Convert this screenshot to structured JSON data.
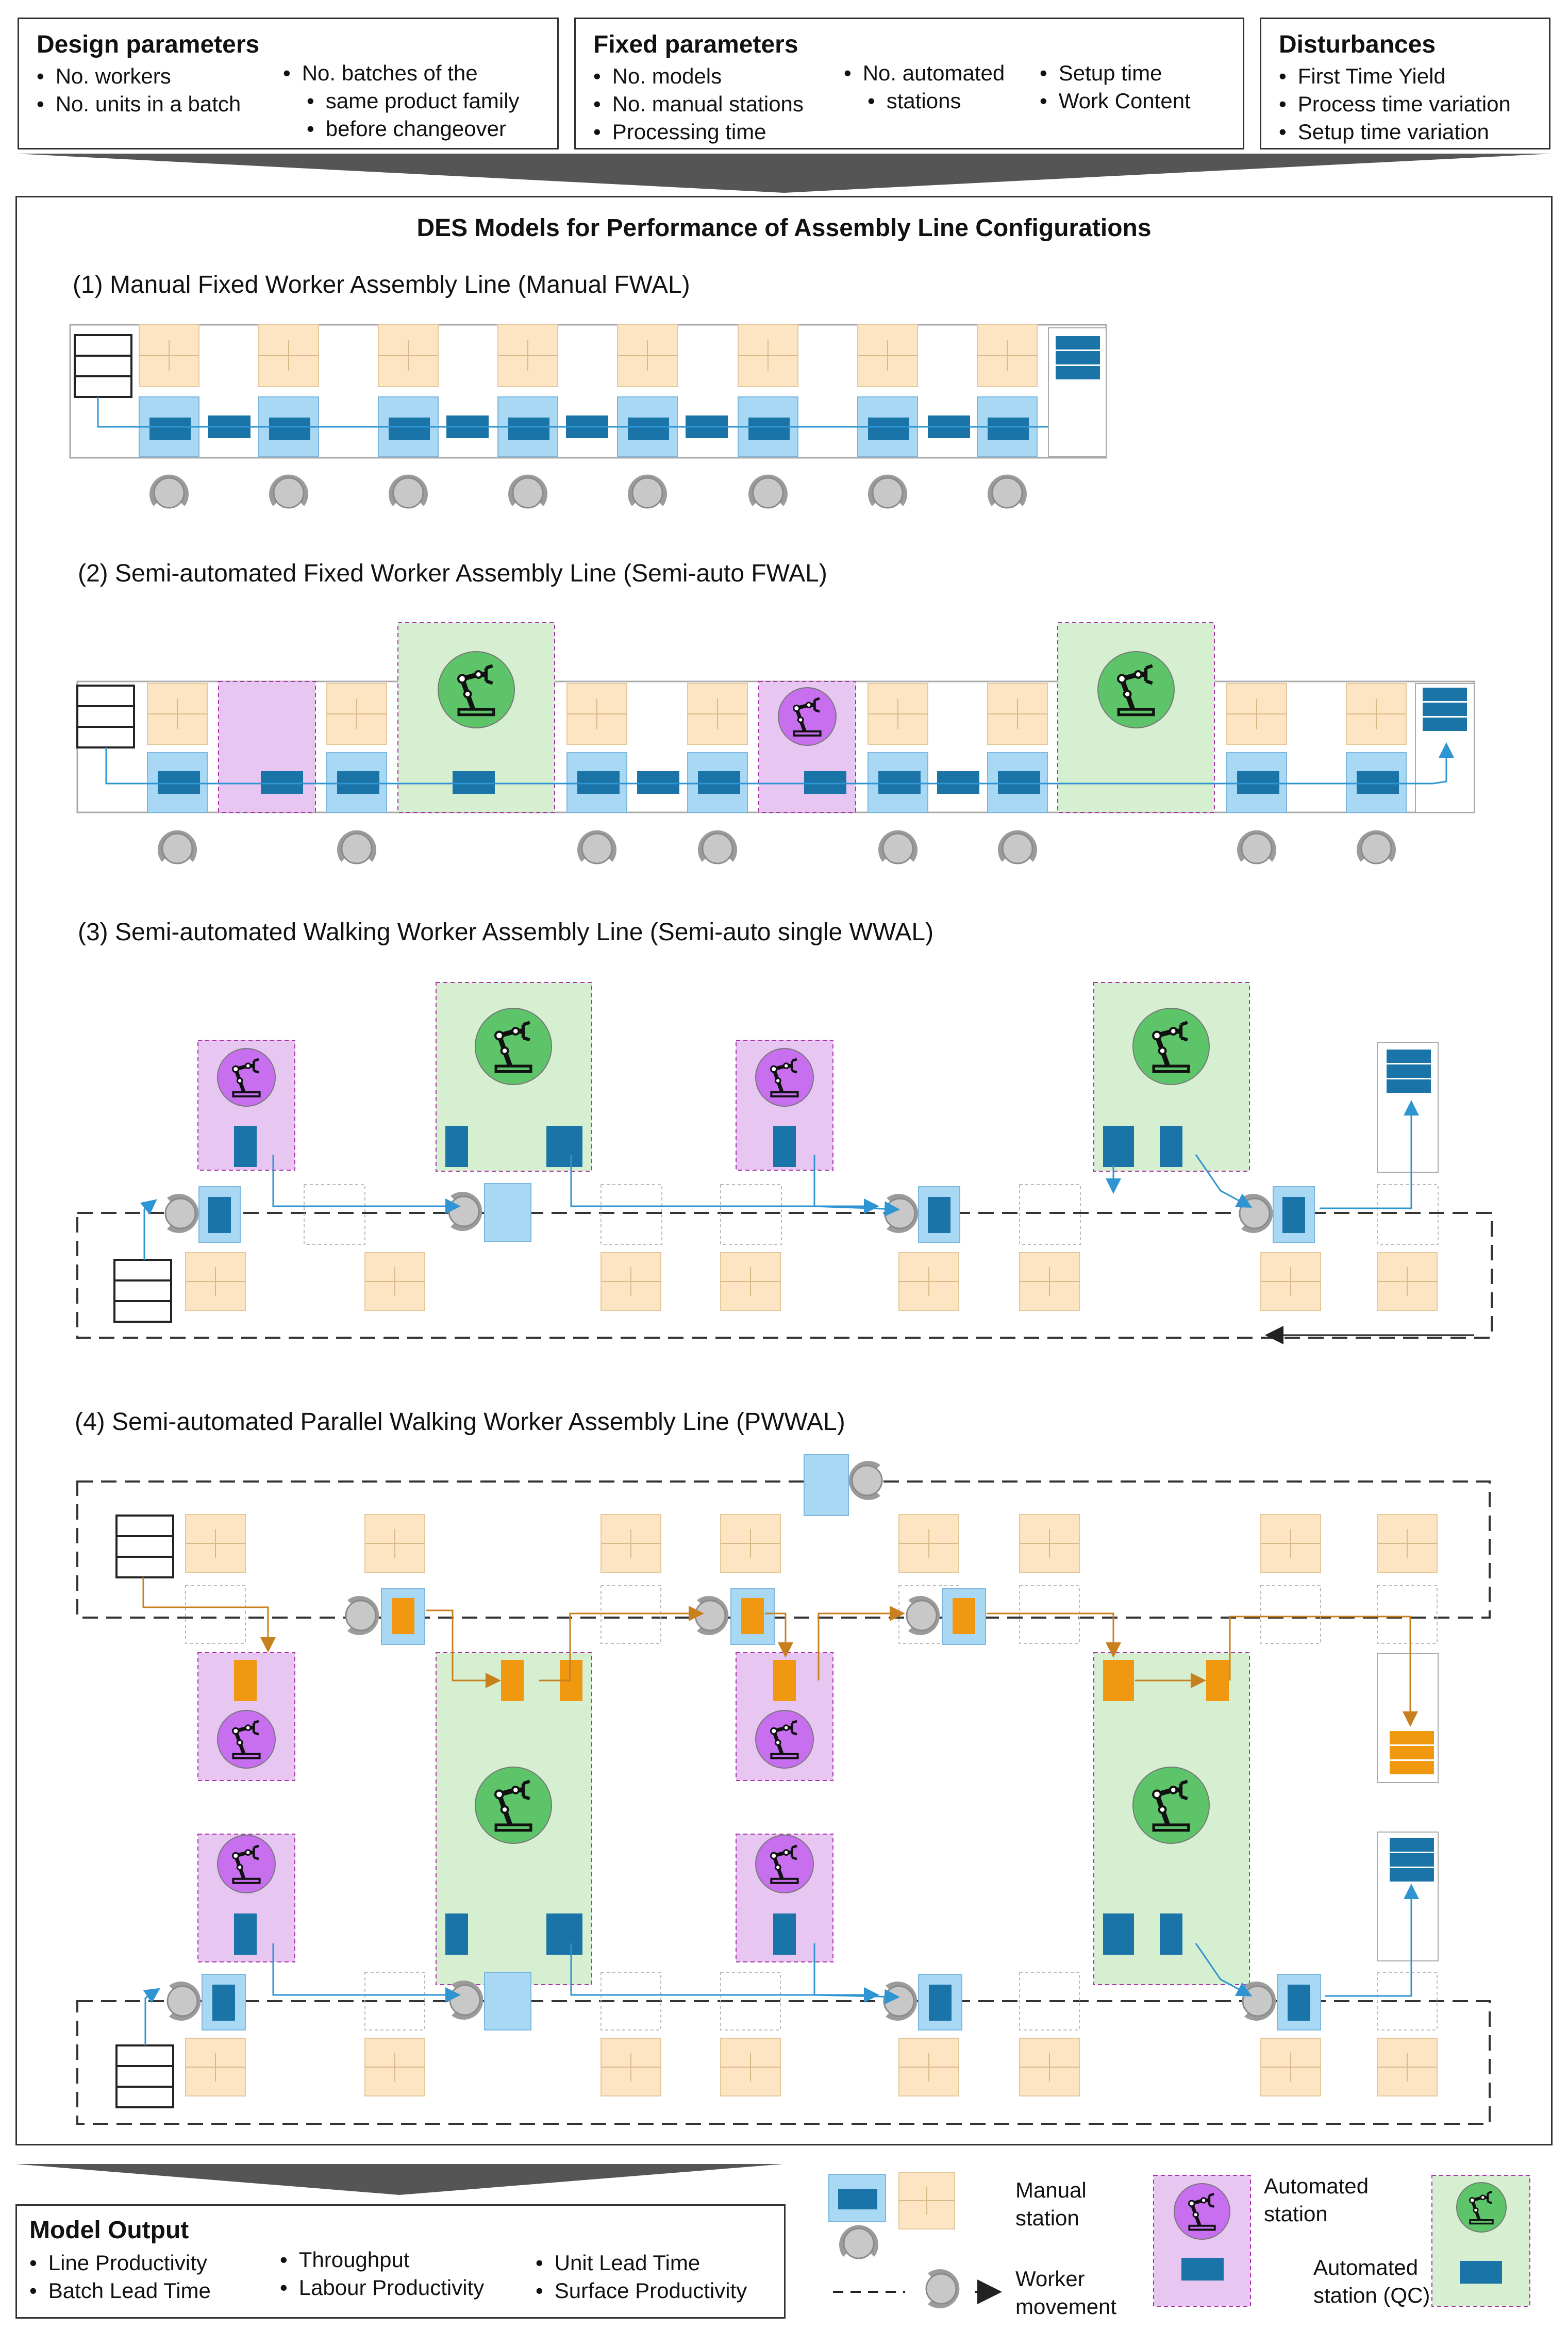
{
  "design": {
    "title": "Design parameters",
    "col1": [
      "No. workers",
      "No. units in a batch"
    ],
    "col2": [
      "No. batches of the",
      "same product family",
      "before changeover"
    ]
  },
  "fixed": {
    "title": "Fixed parameters",
    "col1": [
      "No. models",
      "No. manual stations",
      "Processing time"
    ],
    "col2": [
      "No. automated",
      "stations"
    ],
    "col3": [
      "Setup time",
      "Work Content"
    ]
  },
  "disturbances": {
    "title": "Disturbances",
    "items": [
      "First Time Yield",
      "Process time variation",
      "Setup time variation"
    ]
  },
  "main": {
    "title": "DES Models for Performance of Assembly Line Configurations",
    "s1": "(1) Manual Fixed Worker Assembly Line (Manual FWAL)",
    "s2": "(2) Semi-automated Fixed Worker Assembly Line (Semi-auto FWAL)",
    "s3": "(3) Semi-automated Walking Worker Assembly Line (Semi-auto single WWAL)",
    "s4": "(4) Semi-automated Parallel Walking Worker Assembly Line (PWWAL)"
  },
  "output": {
    "title": "Model Output",
    "col1": [
      "Line Productivity",
      "Batch Lead Time"
    ],
    "col2": [
      "Throughput",
      "Labour Productivity"
    ],
    "col3": [
      "Unit Lead Time",
      "Surface Productivity"
    ]
  },
  "legend": {
    "manual_l1": "Manual",
    "manual_l2": "station",
    "worker_l1": "Worker",
    "worker_l2": "movement",
    "auto_l1": "Automated",
    "auto_l2": "station",
    "autoqc_l1": "Automated",
    "autoqc_l2": "station (QC)"
  },
  "colors": {
    "manual_fill": "#a9d8f5",
    "part_blue": "#1a74a8",
    "part_orange": "#f0980f",
    "bin_fill": "#fde5c3",
    "auto_fill": "#e7c6f2",
    "qc_fill": "#d5efd0",
    "robot_purple": "#c86ff0",
    "robot_green": "#5dc46a",
    "worker_grey": "#bdbdbd",
    "flow_blue": "#2f95d2",
    "flow_orange": "#c7801d"
  }
}
